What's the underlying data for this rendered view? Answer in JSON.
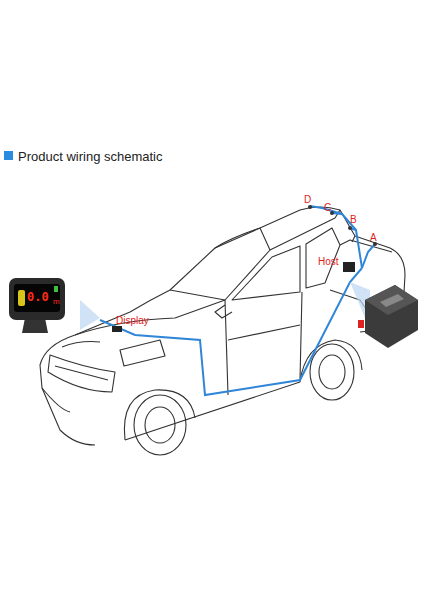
{
  "diagram": {
    "title": "Product wiring schematic",
    "labels": [
      "D",
      "C",
      "B",
      "A",
      "Host",
      "Display",
      "0.0",
      "m"
    ]
  }
}
